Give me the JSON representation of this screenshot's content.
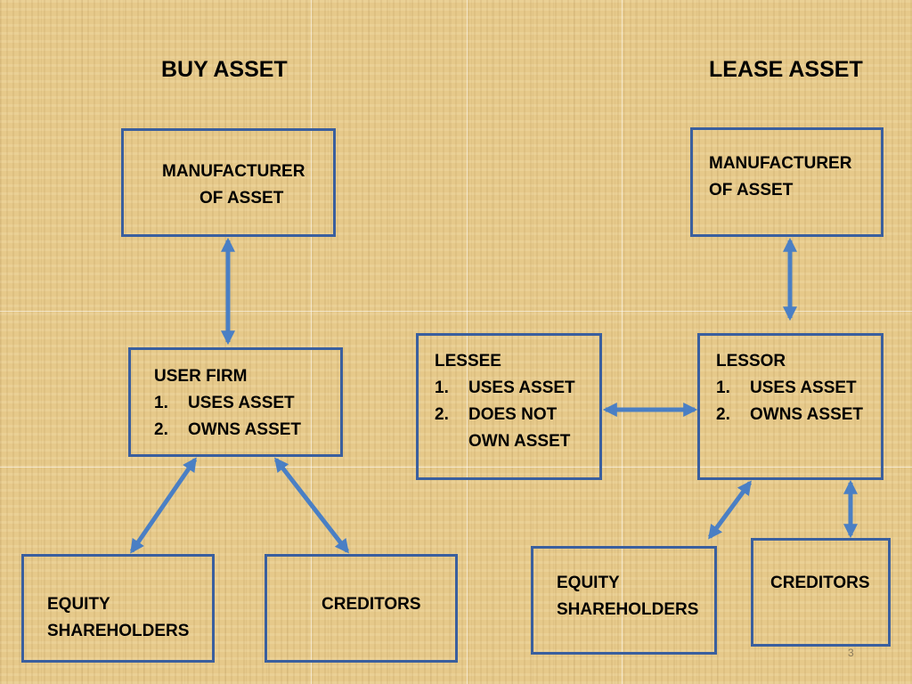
{
  "headings": {
    "buy": "BUY ASSET",
    "lease": "LEASE ASSET"
  },
  "buy": {
    "manufacturer": {
      "line1": "MANUFACTURER",
      "line2": "OF ASSET"
    },
    "user_firm": {
      "title": "USER FIRM",
      "items": [
        {
          "num": "1.",
          "text": "USES ASSET"
        },
        {
          "num": "2.",
          "text": "OWNS ASSET"
        }
      ]
    },
    "equity": {
      "line1": "EQUITY",
      "line2": "SHAREHOLDERS"
    },
    "creditors": "CREDITORS"
  },
  "lease": {
    "manufacturer": {
      "line1": "MANUFACTURER",
      "line2": "OF ASSET"
    },
    "lessee": {
      "title": "LESSEE",
      "items": [
        {
          "num": "1.",
          "text": "USES ASSET"
        },
        {
          "num": "2.",
          "text": "DOES NOT"
        },
        {
          "num": "",
          "text": "OWN ASSET"
        }
      ]
    },
    "lessor": {
      "title": "LESSOR",
      "items": [
        {
          "num": "1.",
          "text": "USES ASSET"
        },
        {
          "num": "2.",
          "text": "OWNS ASSET"
        }
      ]
    },
    "equity": {
      "line1": "EQUITY",
      "line2": "SHAREHOLDERS"
    },
    "creditors": "CREDITORS"
  },
  "page_number": "3",
  "colors": {
    "box_border": "#3a5f9e",
    "arrow": "#4a7fc4"
  }
}
